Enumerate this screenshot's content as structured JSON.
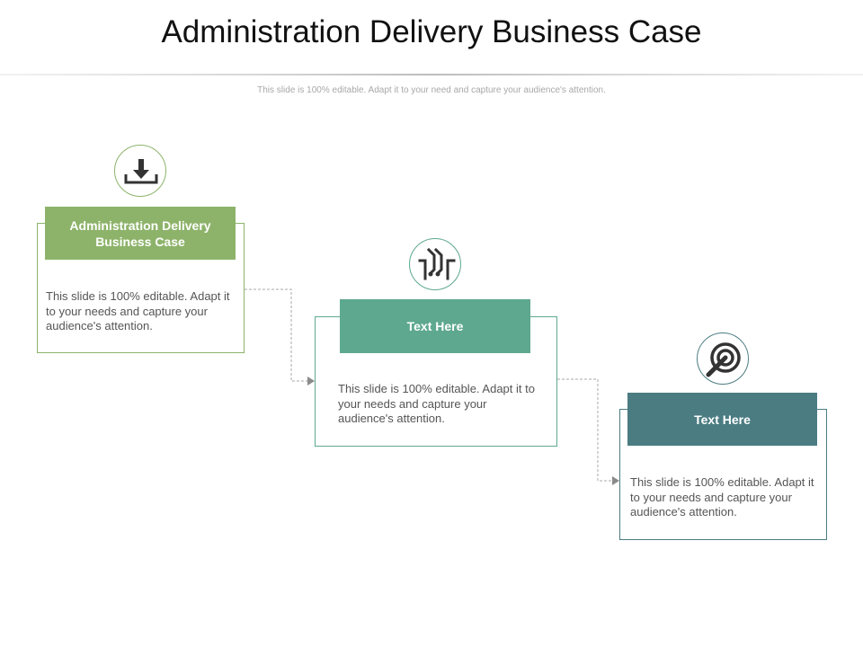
{
  "slide": {
    "title": "Administration Delivery Business Case",
    "subtitle": "This slide is 100% editable. Adapt it to your need and capture your audience's attention."
  },
  "steps": [
    {
      "header": "Administration Delivery Business Case",
      "body": "This slide is 100% editable. Adapt it to your needs and capture your audience's attention.",
      "icon": "download-icon",
      "color": "#8db36a"
    },
    {
      "header": "Text Here",
      "body": "This slide is 100% editable. Adapt it to your needs and capture your audience's attention.",
      "icon": "circuit-icon",
      "color": "#5ea88f"
    },
    {
      "header": "Text Here",
      "body": "This slide is 100% editable. Adapt it to your needs and capture your audience's attention.",
      "icon": "target-arrow-icon",
      "color": "#4b7c82"
    }
  ]
}
